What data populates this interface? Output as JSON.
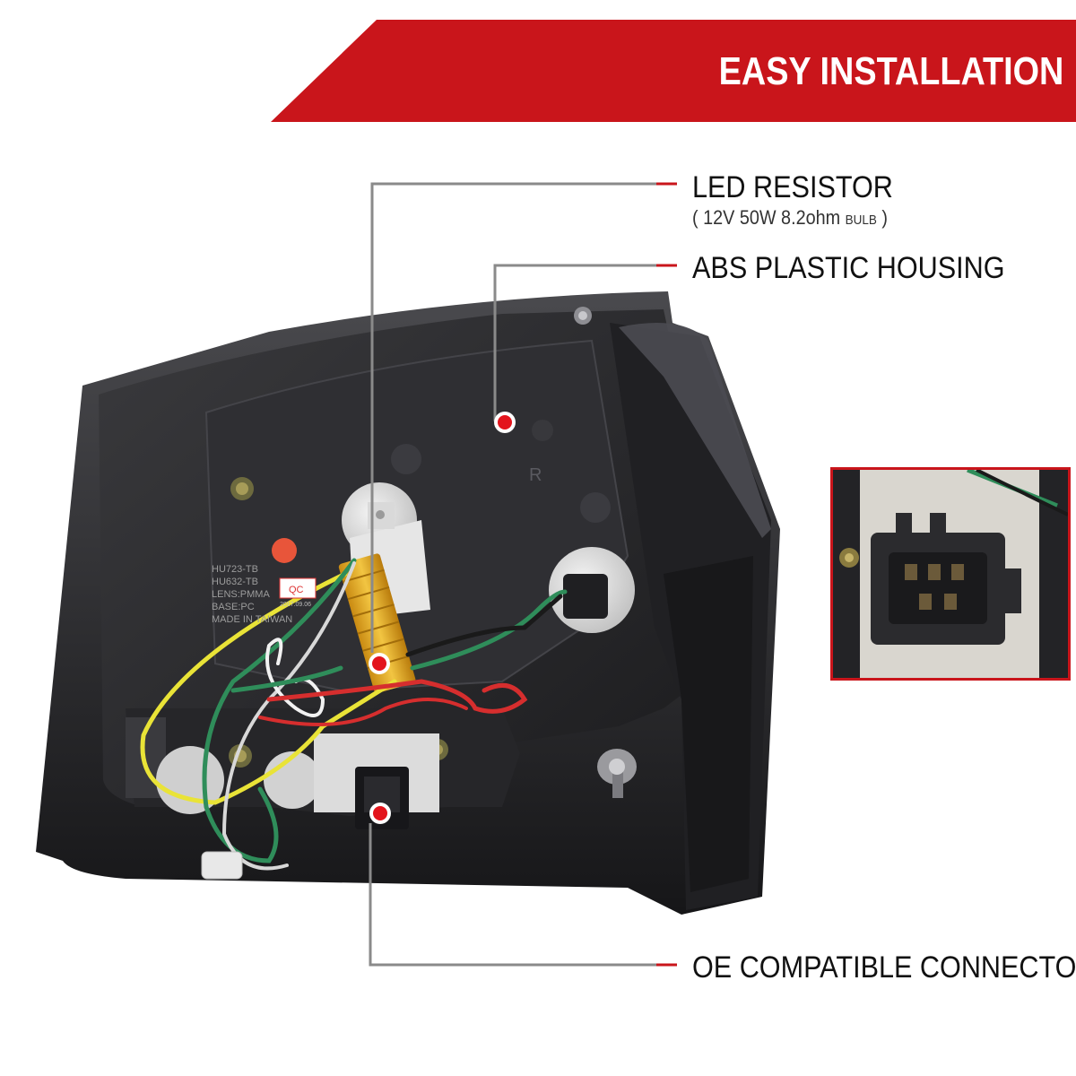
{
  "banner": {
    "title": "EASY INSTALLATION",
    "color": "#c9151b"
  },
  "callouts": {
    "led_resistor": {
      "title": "LED RESISTOR",
      "spec_open": "( ",
      "spec_values": "12V  50W  8.2ohm",
      "spec_unit": "BULB",
      "spec_close": " )"
    },
    "housing": {
      "title": "ABS PLASTIC HOUSING"
    },
    "connector": {
      "title": "OE COMPATIBLE CONNECTOR"
    }
  },
  "housing_labels": {
    "qc": "QC",
    "date": "2017.09.06",
    "line1": "HU723-TB",
    "line2": "HU632-TB",
    "line3": "LENS:PMMA",
    "line4": "BASE:PC",
    "line5": "MADE IN TAIWAN",
    "mark_r": "R"
  },
  "colors": {
    "accent": "#c9151b",
    "marker_dot": "#e3141c",
    "leader_line": "#8a8a8a",
    "housing": "#2a2a2c"
  }
}
